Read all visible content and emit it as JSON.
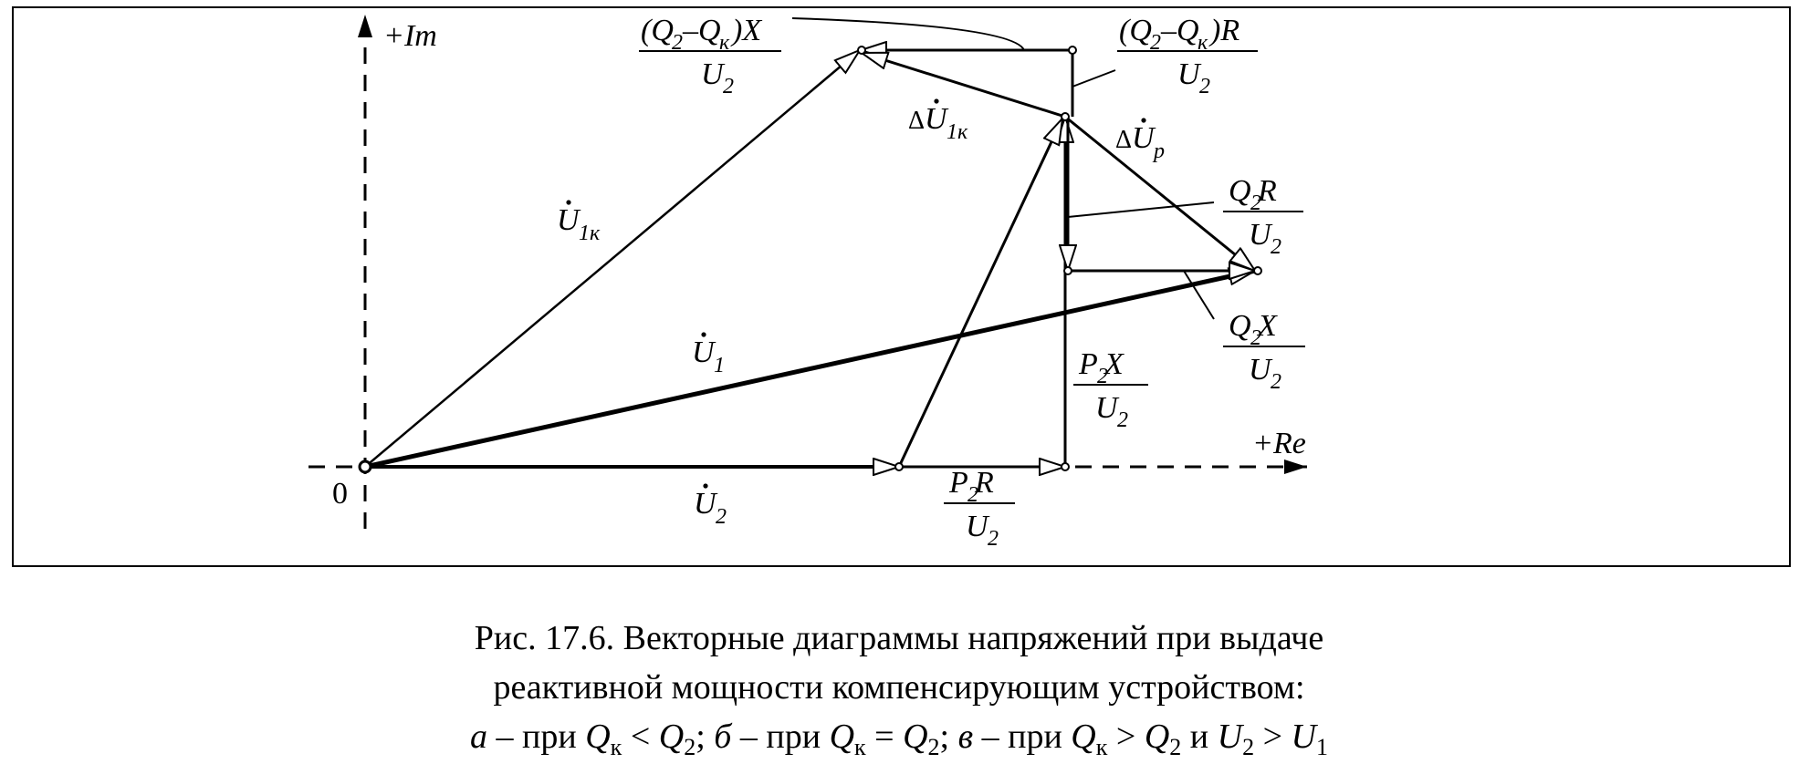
{
  "axes": {
    "im_label": "+Im",
    "re_label": "+Re",
    "origin_label": "0"
  },
  "vectors": {
    "u1k": "U",
    "u1k_sub": "1к",
    "u1": "U",
    "u1_sub": "1",
    "u2": "U",
    "u2_sub": "2",
    "du1k_delta": "Δ",
    "du1k": "U",
    "du1k_sub": "1к",
    "dup_delta": "Δ",
    "dup": "U",
    "dup_sub": "р"
  },
  "fractions": {
    "p2r": {
      "num": "P",
      "num_sub": "2",
      "num_rest": " R",
      "den": "U",
      "den_sub": "2"
    },
    "p2x": {
      "num": "P",
      "num_sub": "2",
      "num_rest": " X",
      "den": "U",
      "den_sub": "2"
    },
    "q2r": {
      "num": "Q",
      "num_sub": "2",
      "num_rest": " R",
      "den": "U",
      "den_sub": "2"
    },
    "q2x": {
      "num": "Q",
      "num_sub": "2",
      "num_rest": " X",
      "den": "U",
      "den_sub": "2"
    },
    "qqx": {
      "num_a": "(Q",
      "num_a_sub": "2",
      "num_b": "–Q",
      "num_b_sub": "к",
      "num_c": ")X",
      "den": "U",
      "den_sub": "2"
    },
    "qqr": {
      "num_a": "(Q",
      "num_a_sub": "2",
      "num_b": "–Q",
      "num_b_sub": "к",
      "num_c": ")R",
      "den": "U",
      "den_sub": "2"
    }
  },
  "caption": {
    "line1": "Рис. 17.6. Векторные диаграммы напряжений при выдаче",
    "line2": "реактивной мощности компенсирующим устройством:",
    "line3": {
      "a": "а",
      "a_text": " – при ",
      "q1": "Q",
      "q1_sub": "к",
      "op1": " < ",
      "q2": "Q",
      "q2_sub": "2",
      "sep1": "; ",
      "b": "б",
      "b_text": " – при ",
      "q3": "Q",
      "q3_sub": "к",
      "op2": " = ",
      "q4": "Q",
      "q4_sub": "2",
      "sep2": "; ",
      "v": "в",
      "v_text": " – при ",
      "q5": "Q",
      "q5_sub": "к",
      "op3": " > ",
      "q6": "Q",
      "q6_sub": "2",
      "and": " и ",
      "u2": "U",
      "u2_sub": "2",
      "op4": " > ",
      "u1": "U",
      "u1_sub": "1"
    }
  }
}
